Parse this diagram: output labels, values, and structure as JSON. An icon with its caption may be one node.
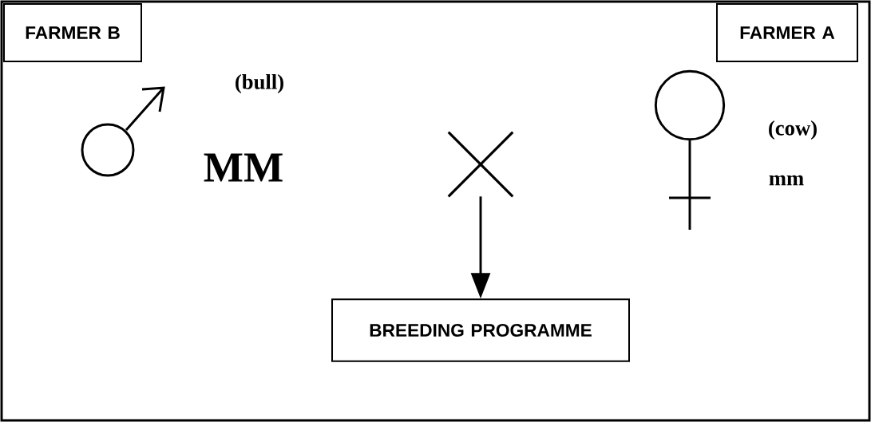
{
  "diagram": {
    "nodes": [
      {
        "text": [
          "FARMER B"
        ]
      },
      {
        "text": [
          "FARMER A"
        ]
      },
      {
        "text": [],
        "shape": "cross"
      },
      {
        "text": [
          "BREEDING PROGRAMME"
        ]
      }
    ],
    "edges": [
      {
        "from": 2,
        "to": 3,
        "arrow": "to"
      }
    ],
    "labels": [
      "(bull)",
      "MM",
      "(cow)",
      "mm"
    ]
  }
}
